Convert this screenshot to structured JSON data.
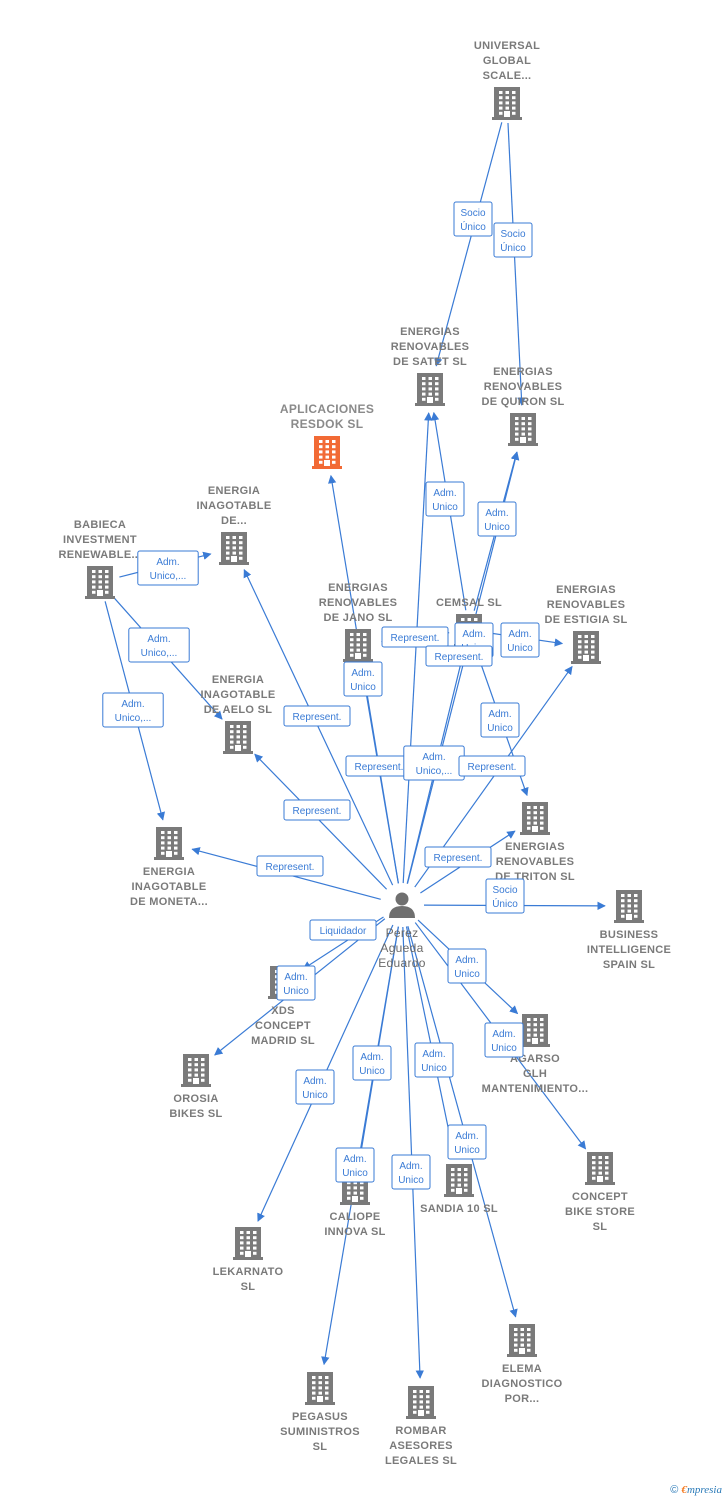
{
  "colors": {
    "edge": "#3a7bd5",
    "company_icon": "#7a7a7a",
    "focus_icon": "#f26a35",
    "person_icon": "#6f6f6f"
  },
  "nodes": [
    {
      "id": "universal",
      "type": "company",
      "lines": [
        "UNIVERSAL",
        "GLOBAL",
        "SCALE..."
      ]
    },
    {
      "id": "satet",
      "type": "company",
      "lines": [
        "ENERGIAS",
        "RENOVABLES",
        "DE SATET  SL"
      ]
    },
    {
      "id": "quiron",
      "type": "company",
      "lines": [
        "ENERGIAS",
        "RENOVABLES",
        "DE QUIRON  SL"
      ]
    },
    {
      "id": "aplicaciones",
      "type": "focus",
      "lines": [
        "APLICACIONES",
        "RESDOK  SL"
      ]
    },
    {
      "id": "inagotable",
      "type": "company",
      "lines": [
        "ENERGIA",
        "INAGOTABLE",
        "DE..."
      ]
    },
    {
      "id": "babieca",
      "type": "company",
      "lines": [
        "BABIECA",
        "INVESTMENT",
        "RENEWABLE..."
      ]
    },
    {
      "id": "jano",
      "type": "company",
      "lines": [
        "ENERGIAS",
        "RENOVABLES",
        "DE JANO  SL"
      ]
    },
    {
      "id": "cemsal",
      "type": "company",
      "lines": [
        "CEMSAL SL"
      ]
    },
    {
      "id": "estigia",
      "type": "company",
      "lines": [
        "ENERGIAS",
        "RENOVABLES",
        "DE ESTIGIA  SL"
      ]
    },
    {
      "id": "aelo",
      "type": "company",
      "lines": [
        "ENERGIA",
        "INAGOTABLE",
        "DE AELO  SL"
      ]
    },
    {
      "id": "moneta",
      "type": "company",
      "lines": [
        "ENERGIA",
        "INAGOTABLE",
        "DE MONETA..."
      ]
    },
    {
      "id": "triton",
      "type": "company",
      "lines": [
        "ENERGIAS",
        "RENOVABLES",
        "DE TRITON  SL"
      ]
    },
    {
      "id": "business",
      "type": "company",
      "lines": [
        "BUSINESS",
        "INTELLIGENCE",
        "SPAIN  SL"
      ]
    },
    {
      "id": "person",
      "type": "person",
      "lines": [
        "Perez",
        "Agueda",
        "Eduardo"
      ]
    },
    {
      "id": "xds",
      "type": "company",
      "lines": [
        "XDS",
        "CONCEPT",
        "MADRID  SL"
      ]
    },
    {
      "id": "agarso",
      "type": "company",
      "lines": [
        "AGARSO",
        "GLH",
        "MANTENIMIENTO..."
      ]
    },
    {
      "id": "orosia",
      "type": "company",
      "lines": [
        "OROSIA",
        "BIKES  SL"
      ]
    },
    {
      "id": "concept",
      "type": "company",
      "lines": [
        "CONCEPT",
        "BIKE STORE",
        "SL"
      ]
    },
    {
      "id": "caliope",
      "type": "company",
      "lines": [
        "CALIOPE",
        "INNOVA SL"
      ]
    },
    {
      "id": "sandia",
      "type": "company",
      "lines": [
        "SANDIA 10  SL"
      ]
    },
    {
      "id": "lekarnato",
      "type": "company",
      "lines": [
        "LEKARNATO",
        "SL"
      ]
    },
    {
      "id": "elema",
      "type": "company",
      "lines": [
        "ELEMA",
        "DIAGNOSTICO",
        "POR..."
      ]
    },
    {
      "id": "pegasus",
      "type": "company",
      "lines": [
        "PEGASUS",
        "SUMINISTROS",
        "SL"
      ]
    },
    {
      "id": "rombar",
      "type": "company",
      "lines": [
        "ROMBAR",
        "ASESORES",
        "LEGALES  SL"
      ]
    }
  ],
  "edges": [
    {
      "from": "universal",
      "to": "satet",
      "label": [
        "Socio",
        "Único"
      ]
    },
    {
      "from": "universal",
      "to": "quiron",
      "label": [
        "Socio",
        "Único"
      ]
    },
    {
      "from": "cemsal",
      "to": "satet",
      "label": [
        "Adm.",
        "Unico"
      ]
    },
    {
      "from": "cemsal",
      "to": "quiron",
      "label": [
        "Adm.",
        "Unico"
      ]
    },
    {
      "from": "babieca",
      "to": "inagotable",
      "label": [
        "Adm.",
        "Unico,..."
      ]
    },
    {
      "from": "babieca",
      "to": "aelo",
      "label": [
        "Adm.",
        "Unico,..."
      ]
    },
    {
      "from": "babieca",
      "to": "moneta",
      "label": [
        "Adm.",
        "Unico,..."
      ]
    },
    {
      "from": "cemsal",
      "to": "jano",
      "label": [
        "Adm.",
        "Unico"
      ]
    },
    {
      "from": "cemsal",
      "to": "estigia",
      "label": [
        "Adm.",
        "Unico"
      ]
    },
    {
      "from": "cemsal",
      "to": "triton",
      "label": [
        "Adm.",
        "Unico"
      ]
    },
    {
      "from": "person",
      "to": "aplicaciones",
      "label": [
        "Adm.",
        "Unico"
      ]
    },
    {
      "from": "person",
      "to": "inagotable",
      "label": [
        "Represent."
      ]
    },
    {
      "from": "person",
      "to": "satet",
      "label": [
        "Represent."
      ]
    },
    {
      "from": "person",
      "to": "quiron",
      "label": [
        "Represent."
      ]
    },
    {
      "from": "person",
      "to": "jano",
      "label": [
        "Represent."
      ]
    },
    {
      "from": "person",
      "to": "cemsal",
      "label": [
        "Adm.",
        "Unico,..."
      ]
    },
    {
      "from": "person",
      "to": "estigia",
      "label": [
        "Represent."
      ]
    },
    {
      "from": "person",
      "to": "aelo",
      "label": [
        "Represent."
      ]
    },
    {
      "from": "person",
      "to": "moneta",
      "label": [
        "Represent."
      ]
    },
    {
      "from": "person",
      "to": "triton",
      "label": [
        "Represent."
      ]
    },
    {
      "from": "person",
      "to": "business",
      "label": [
        "Socio",
        "Único"
      ]
    },
    {
      "from": "person",
      "to": "xds",
      "label": [
        "Liquidador"
      ]
    },
    {
      "from": "person",
      "to": "orosia",
      "label": [
        "Adm.",
        "Unico"
      ]
    },
    {
      "from": "person",
      "to": "agarso",
      "label": [
        "Adm.",
        "Unico"
      ]
    },
    {
      "from": "person",
      "to": "concept",
      "label": [
        "Adm.",
        "Unico"
      ]
    },
    {
      "from": "person",
      "to": "lekarnato",
      "label": [
        "Adm.",
        "Unico"
      ]
    },
    {
      "from": "person",
      "to": "caliope",
      "label": [
        "Adm.",
        "Unico"
      ]
    },
    {
      "from": "person",
      "to": "pegasus",
      "label": [
        "Adm.",
        "Unico"
      ]
    },
    {
      "from": "person",
      "to": "sandia",
      "label": [
        "Adm.",
        "Unico"
      ]
    },
    {
      "from": "person",
      "to": "rombar",
      "label": [
        "Adm.",
        "Unico"
      ]
    },
    {
      "from": "person",
      "to": "elema",
      "label": [
        "Adm.",
        "Unico"
      ]
    }
  ],
  "footer": {
    "copyright": "©",
    "brand_e": "€",
    "brand_rest": "mpresia"
  }
}
